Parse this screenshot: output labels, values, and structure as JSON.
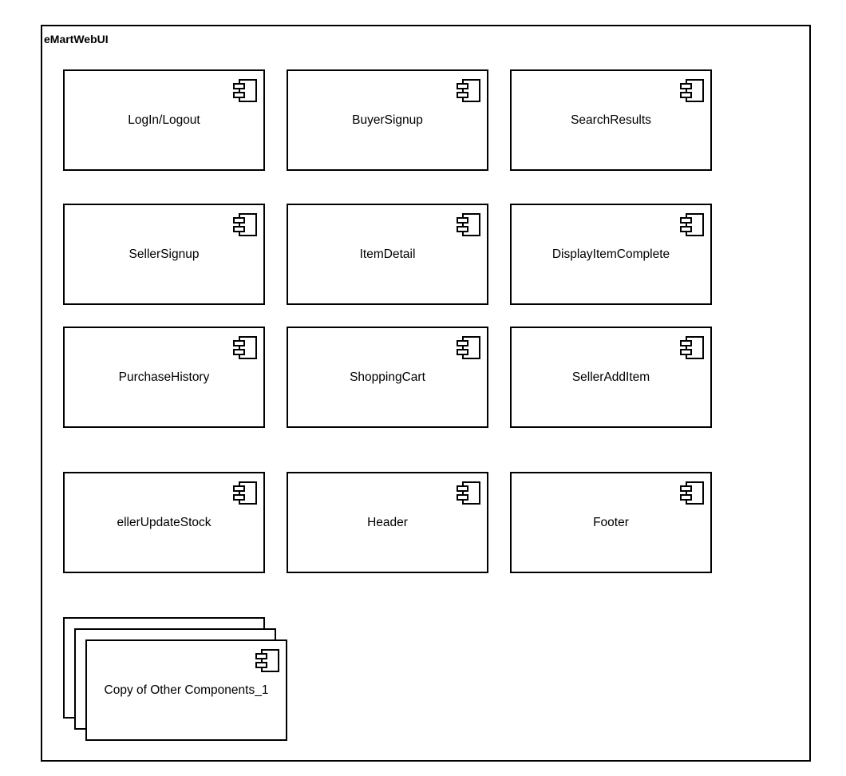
{
  "package": {
    "title": "eMartWebUI"
  },
  "components": [
    {
      "id": "login-logout",
      "label": "LogIn/Logout",
      "icon": "component-icon"
    },
    {
      "id": "buyer-signup",
      "label": "BuyerSignup",
      "icon": "component-icon"
    },
    {
      "id": "search-results",
      "label": "SearchResults",
      "icon": "component-icon"
    },
    {
      "id": "seller-signup",
      "label": "SellerSignup",
      "icon": "component-icon"
    },
    {
      "id": "item-detail",
      "label": "ItemDetail",
      "icon": "component-icon"
    },
    {
      "id": "display-item-complete",
      "label": "DisplayItemComplete",
      "icon": "component-icon"
    },
    {
      "id": "purchase-history",
      "label": "PurchaseHistory",
      "icon": "component-icon"
    },
    {
      "id": "shopping-cart",
      "label": "ShoppingCart",
      "icon": "component-icon"
    },
    {
      "id": "seller-add-item",
      "label": "SellerAddItem",
      "icon": "component-icon"
    },
    {
      "id": "seller-update-stock",
      "label": "ellerUpdateStock",
      "icon": "component-icon"
    },
    {
      "id": "header",
      "label": "Header",
      "icon": "component-icon"
    },
    {
      "id": "footer",
      "label": "Footer",
      "icon": "component-icon"
    }
  ],
  "multi_component": {
    "label": "Copy of Other Components_1",
    "icon": "component-icon"
  },
  "colors": {
    "stroke": "#000000",
    "fill": "#ffffff"
  }
}
